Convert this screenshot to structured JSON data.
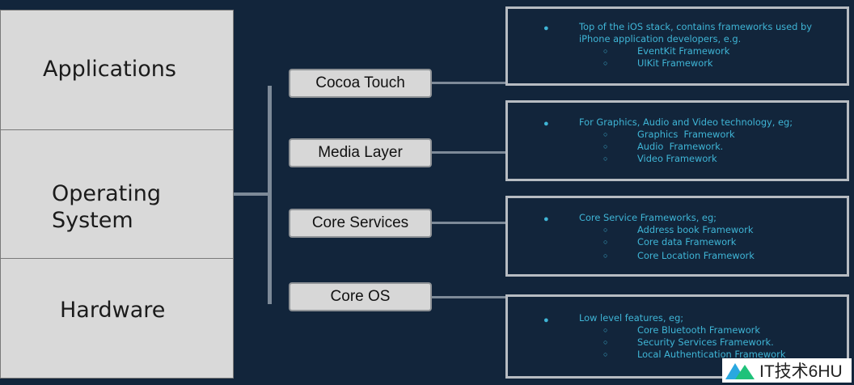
{
  "stack": {
    "applications": "Applications",
    "os_line1": "Operating",
    "os_line2": "System",
    "hardware": "Hardware"
  },
  "layers": [
    {
      "label": "Cocoa Touch",
      "desc": "Top of the iOS stack, contains frameworks used by iPhone application developers, e.g.",
      "items": [
        "EventKit Framework",
        "UIKit Framework"
      ]
    },
    {
      "label": "Media Layer",
      "desc": "For Graphics, Audio and Video technology, eg;",
      "items": [
        "Graphics  Framework",
        "Audio  Framework.",
        "Video Framework"
      ]
    },
    {
      "label": "Core Services",
      "desc": "Core Service Frameworks, eg;",
      "items": [
        "Address book Framework",
        "Core data Framework",
        "Core Location Framework"
      ]
    },
    {
      "label": "Core OS",
      "desc": "Low level features, eg;",
      "items": [
        "Core Bluetooth Framework",
        "Security Services Framework.",
        "Local Authentication Framework"
      ]
    }
  ],
  "marks": {
    "bullet": "●",
    "sub_bullet": "○"
  },
  "watermark": {
    "text": "IT技术6HU"
  },
  "colors": {
    "background": "#12253b",
    "accent_text": "#3fb5d6",
    "box_fill": "#d9d9d9"
  }
}
